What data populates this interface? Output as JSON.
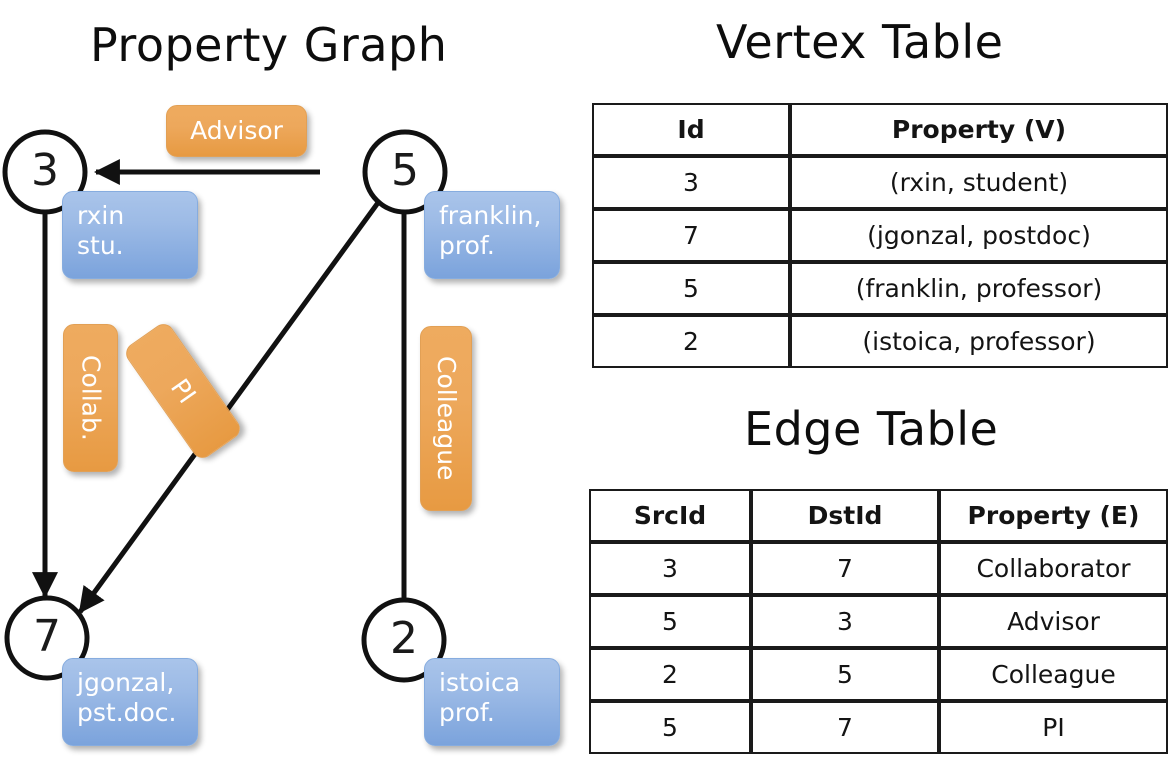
{
  "titles": {
    "property_graph": "Property Graph",
    "vertex_table": "Vertex Table",
    "edge_table": "Edge Table"
  },
  "graph": {
    "nodes": [
      {
        "id": "3",
        "property_line1": "rxin",
        "property_line2": "stu."
      },
      {
        "id": "5",
        "property_line1": "franklin,",
        "property_line2": "prof."
      },
      {
        "id": "7",
        "property_line1": "jgonzal,",
        "property_line2": "pst.doc."
      },
      {
        "id": "2",
        "property_line1": "istoica",
        "property_line2": "prof."
      }
    ],
    "edge_labels": [
      {
        "name": "advisor",
        "text": "Advisor"
      },
      {
        "name": "collab",
        "text": "Collab."
      },
      {
        "name": "pi",
        "text": "PI"
      },
      {
        "name": "colleague",
        "text": "Colleague"
      }
    ]
  },
  "vertex_table": {
    "headers": [
      "Id",
      "Property (V)"
    ],
    "rows": [
      {
        "id": "3",
        "property": "(rxin, student)"
      },
      {
        "id": "7",
        "property": "(jgonzal, postdoc)"
      },
      {
        "id": "5",
        "property": "(franklin, professor)"
      },
      {
        "id": "2",
        "property": "(istoica, professor)"
      }
    ]
  },
  "edge_table": {
    "headers": [
      "SrcId",
      "DstId",
      "Property (E)"
    ],
    "rows": [
      {
        "src": "3",
        "dst": "7",
        "property": "Collaborator"
      },
      {
        "src": "5",
        "dst": "3",
        "property": "Advisor"
      },
      {
        "src": "2",
        "dst": "5",
        "property": "Colleague"
      },
      {
        "src": "5",
        "dst": "7",
        "property": "PI"
      }
    ]
  },
  "colors": {
    "vertex_cell": "#d6dff1",
    "edge_cell": "#f7e0c7",
    "node_box": "#9dbbe6",
    "edge_box": "#eda85c",
    "stroke": "#1a1a1a",
    "background": "#ffffff"
  }
}
